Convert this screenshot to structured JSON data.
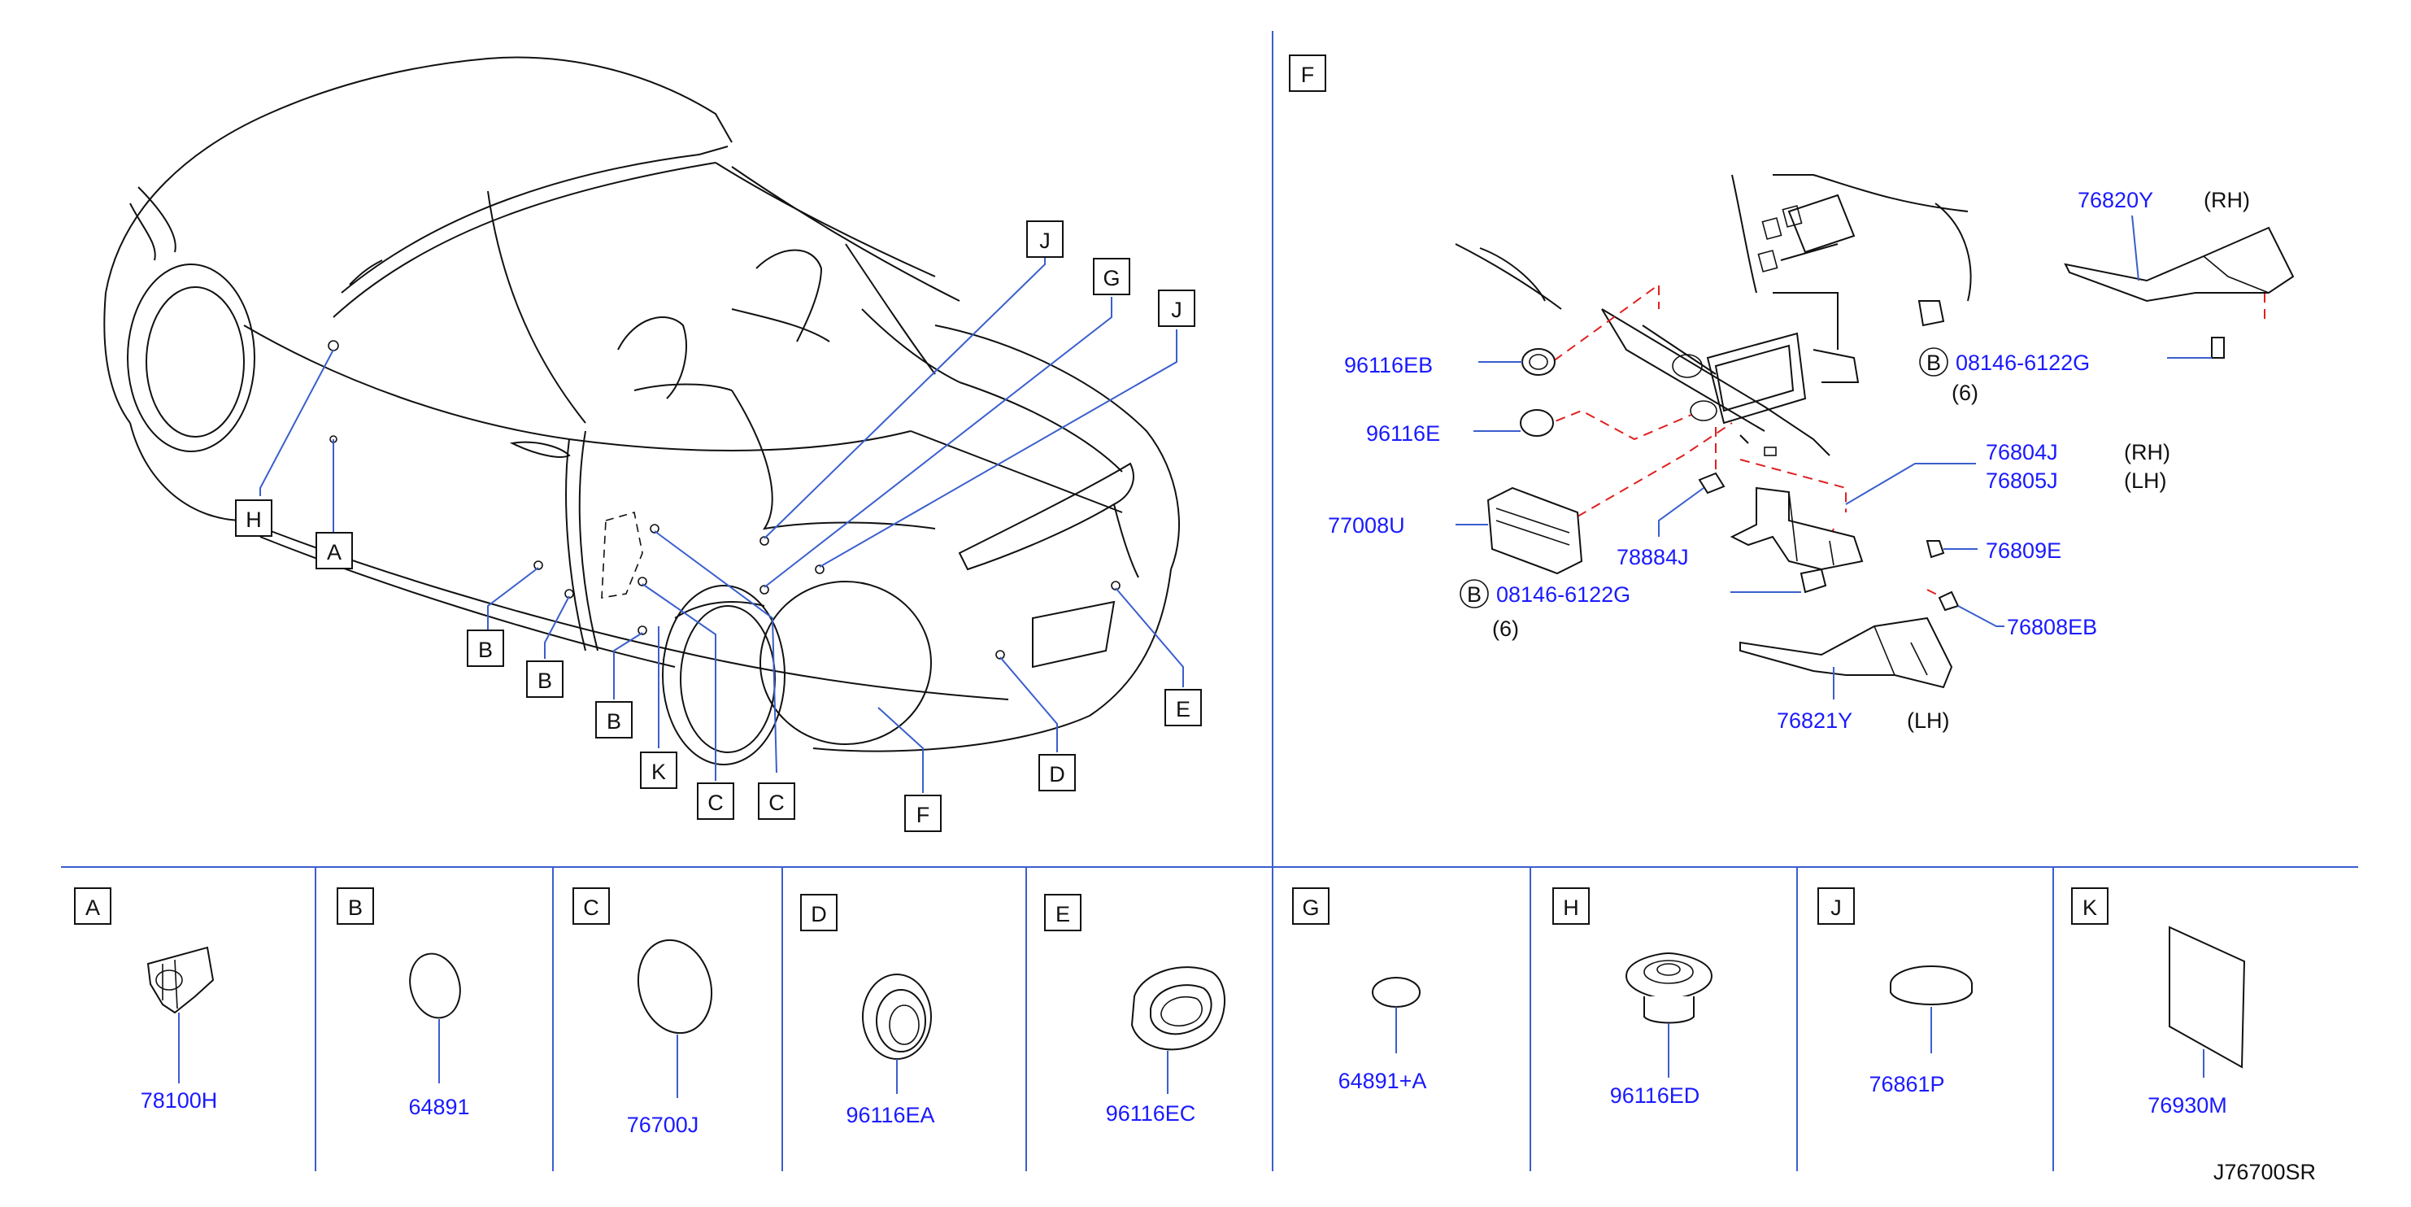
{
  "callouts": {
    "A": "A",
    "B": "B",
    "C": "C",
    "D": "D",
    "E": "E",
    "F": "F",
    "G": "G",
    "H": "H",
    "J": "J",
    "K": "K"
  },
  "detail_f": {
    "label": "F",
    "parts": {
      "p96116EB": "96116EB",
      "p96116E": "96116E",
      "p77008U": "77008U",
      "p78884J": "78884J",
      "p76820Y": "76820Y",
      "p76804J": "76804J",
      "p76805J": "76805J",
      "p76809E": "76809E",
      "p76808EB": "76808EB",
      "p76821Y": "76821Y",
      "bolt_upper": "08146-6122G",
      "bolt_lower": "08146-6122G"
    },
    "notes": {
      "rh1": "(RH)",
      "rh2": "(RH)",
      "lh1": "(LH)",
      "lh2": "(LH)",
      "qty_upper": "(6)",
      "qty_lower": "(6)",
      "b_upper": "B",
      "b_lower": "B"
    }
  },
  "detail_panels": [
    {
      "label": "A",
      "part_number": "78100H"
    },
    {
      "label": "B",
      "part_number": "64891"
    },
    {
      "label": "C",
      "part_number": "76700J"
    },
    {
      "label": "D",
      "part_number": "96116EA"
    },
    {
      "label": "E",
      "part_number": "96116EC"
    },
    {
      "label": "G",
      "part_number": "64891+A"
    },
    {
      "label": "H",
      "part_number": "96116ED"
    },
    {
      "label": "J",
      "part_number": "76861P"
    },
    {
      "label": "K",
      "part_number": "76930M"
    }
  ],
  "diagram_code": "J76700SR"
}
